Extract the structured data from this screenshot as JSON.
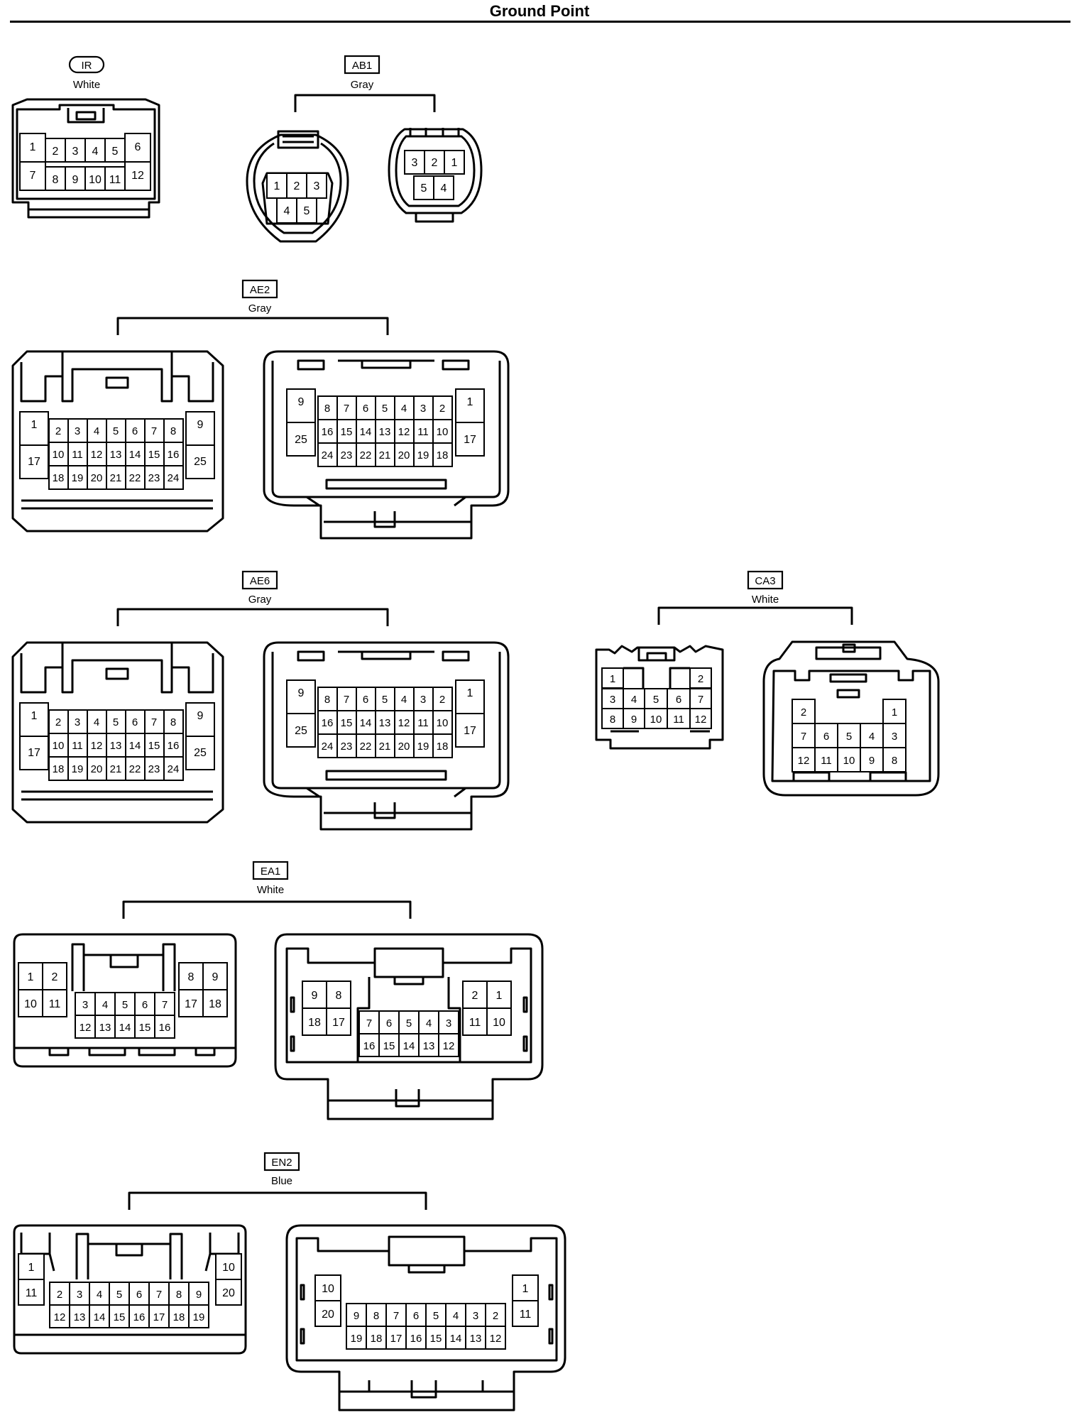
{
  "page": {
    "title": "Ground Point"
  },
  "connectors": [
    {
      "id": "IR",
      "color": "White",
      "label_shape": "pill",
      "views": [
        {
          "rows": [
            [
              "1",
              "2",
              "3",
              "4",
              "5",
              "6"
            ],
            [
              "7",
              "8",
              "9",
              "10",
              "11",
              "12"
            ]
          ]
        }
      ]
    },
    {
      "id": "AB1",
      "color": "Gray",
      "label_shape": "box",
      "views": [
        {
          "rows": [
            [
              "1",
              "2",
              "3"
            ],
            [
              "4",
              "5"
            ]
          ]
        },
        {
          "rows": [
            [
              "3",
              "2",
              "1"
            ],
            [
              "5",
              "4"
            ]
          ]
        }
      ]
    },
    {
      "id": "AE2",
      "color": "Gray",
      "label_shape": "box",
      "views": [
        {
          "left": [
            "1",
            "17"
          ],
          "rows": [
            [
              "2",
              "3",
              "4",
              "5",
              "6",
              "7",
              "8"
            ],
            [
              "10",
              "11",
              "12",
              "13",
              "14",
              "15",
              "16"
            ],
            [
              "18",
              "19",
              "20",
              "21",
              "22",
              "23",
              "24"
            ]
          ],
          "right": [
            "9",
            "25"
          ]
        },
        {
          "left": [
            "9",
            "25"
          ],
          "rows": [
            [
              "8",
              "7",
              "6",
              "5",
              "4",
              "3",
              "2"
            ],
            [
              "16",
              "15",
              "14",
              "13",
              "12",
              "11",
              "10"
            ],
            [
              "24",
              "23",
              "22",
              "21",
              "20",
              "19",
              "18"
            ]
          ],
          "right": [
            "1",
            "17"
          ]
        }
      ]
    },
    {
      "id": "AE6",
      "color": "Gray",
      "label_shape": "box",
      "views": [
        {
          "left": [
            "1",
            "17"
          ],
          "rows": [
            [
              "2",
              "3",
              "4",
              "5",
              "6",
              "7",
              "8"
            ],
            [
              "10",
              "11",
              "12",
              "13",
              "14",
              "15",
              "16"
            ],
            [
              "18",
              "19",
              "20",
              "21",
              "22",
              "23",
              "24"
            ]
          ],
          "right": [
            "9",
            "25"
          ]
        },
        {
          "left": [
            "9",
            "25"
          ],
          "rows": [
            [
              "8",
              "7",
              "6",
              "5",
              "4",
              "3",
              "2"
            ],
            [
              "16",
              "15",
              "14",
              "13",
              "12",
              "11",
              "10"
            ],
            [
              "24",
              "23",
              "22",
              "21",
              "20",
              "19",
              "18"
            ]
          ],
          "right": [
            "1",
            "17"
          ]
        }
      ]
    },
    {
      "id": "CA3",
      "color": "White",
      "label_shape": "box",
      "views": [
        {
          "rows": [
            [
              "1",
              "2"
            ],
            [
              "3",
              "4",
              "5",
              "6",
              "7"
            ],
            [
              "8",
              "9",
              "10",
              "11",
              "12"
            ]
          ]
        },
        {
          "rows": [
            [
              "2",
              "1"
            ],
            [
              "7",
              "6",
              "5",
              "4",
              "3"
            ],
            [
              "12",
              "11",
              "10",
              "9",
              "8"
            ]
          ]
        }
      ]
    },
    {
      "id": "EA1",
      "color": "White",
      "label_shape": "box",
      "views": [
        {
          "left": [
            [
              "1",
              "2"
            ],
            [
              "10",
              "11"
            ]
          ],
          "rows": [
            [
              "3",
              "4",
              "5",
              "6",
              "7"
            ],
            [
              "12",
              "13",
              "14",
              "15",
              "16"
            ]
          ],
          "right": [
            [
              "8",
              "9"
            ],
            [
              "17",
              "18"
            ]
          ]
        },
        {
          "left": [
            [
              "9",
              "8"
            ],
            [
              "18",
              "17"
            ]
          ],
          "rows": [
            [
              "7",
              "6",
              "5",
              "4",
              "3"
            ],
            [
              "16",
              "15",
              "14",
              "13",
              "12"
            ]
          ],
          "right": [
            [
              "2",
              "1"
            ],
            [
              "11",
              "10"
            ]
          ]
        }
      ]
    },
    {
      "id": "EN2",
      "color": "Blue",
      "label_shape": "box",
      "views": [
        {
          "left": [
            "1",
            "11"
          ],
          "rows": [
            [
              "2",
              "3",
              "4",
              "5",
              "6",
              "7",
              "8",
              "9"
            ],
            [
              "12",
              "13",
              "14",
              "15",
              "16",
              "17",
              "18",
              "19"
            ]
          ],
          "right": [
            "10",
            "20"
          ]
        },
        {
          "left": [
            "10",
            "20"
          ],
          "rows": [
            [
              "9",
              "8",
              "7",
              "6",
              "5",
              "4",
              "3",
              "2"
            ],
            [
              "19",
              "18",
              "17",
              "16",
              "15",
              "14",
              "13",
              "12"
            ]
          ],
          "right": [
            "1",
            "11"
          ]
        }
      ]
    }
  ]
}
